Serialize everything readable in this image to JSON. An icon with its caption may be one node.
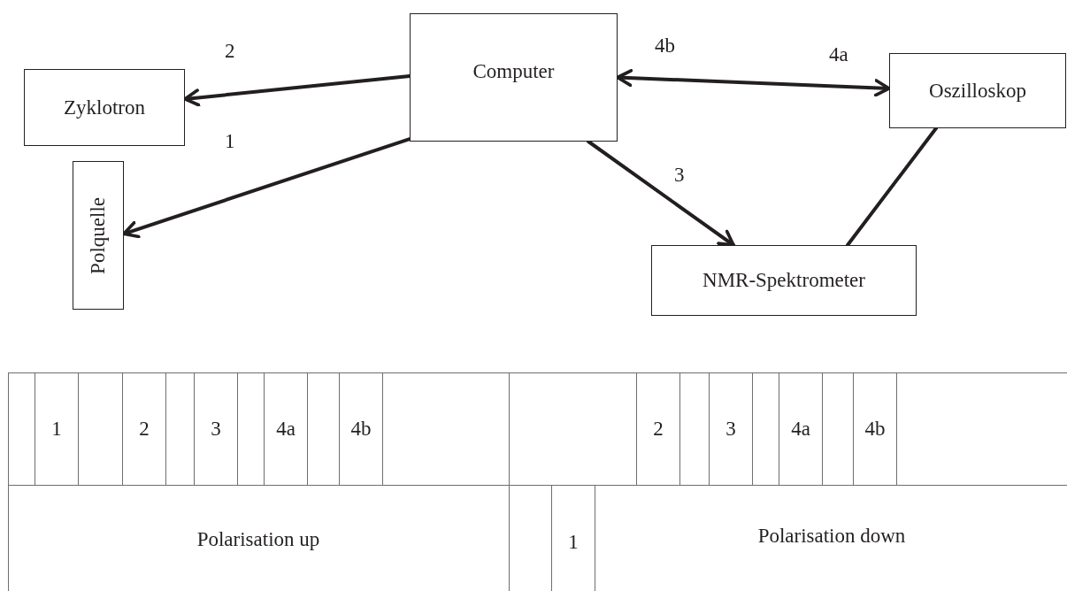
{
  "diagram": {
    "nodes": [
      {
        "text": [
          "Computer"
        ]
      },
      {
        "text": [
          "Zyklotron"
        ]
      },
      {
        "text": [
          "Polquelle"
        ]
      },
      {
        "text": [
          "Oszilloskop"
        ]
      },
      {
        "text": [
          "NMR-Spektrometer"
        ]
      }
    ],
    "edges": [
      {
        "from": 0,
        "to": 1,
        "arrow": "to",
        "label": "2"
      },
      {
        "from": 0,
        "to": 2,
        "arrow": "to",
        "label": "1"
      },
      {
        "from": 0,
        "to": 3,
        "arrow": "both",
        "label": "4b"
      },
      {
        "from": 0,
        "to": 4,
        "arrow": "to",
        "label": "3"
      },
      {
        "from": 3,
        "to": 4,
        "arrow": "none"
      }
    ],
    "labels": [
      "4a",
      "1",
      "2",
      "3",
      "4a",
      "4b",
      "2",
      "3",
      "4a",
      "4b",
      "Polarisation up",
      "1",
      "Polarisation down"
    ]
  }
}
